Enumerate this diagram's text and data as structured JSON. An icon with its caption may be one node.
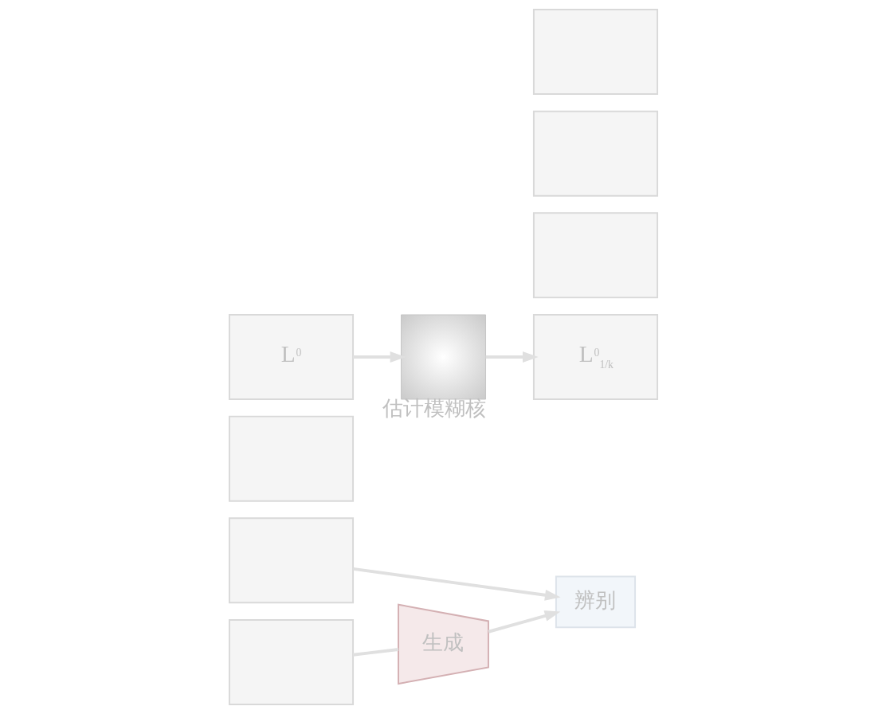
{
  "diagram": {
    "nodes": [
      {
        "text": [],
        "shape": "box"
      },
      {
        "text": [],
        "shape": "box"
      },
      {
        "text": [],
        "shape": "box"
      },
      {
        "text": [
          "L$^{0}$"
        ]
      },
      {
        "text": [
          "生成"
        ]
      },
      {
        "text": [
          "辨别"
        ]
      },
      {
        "text": [],
        "shape": "picture",
        "beside": [
          "估计模糊核"
        ]
      },
      {
        "text": [],
        "shape": "box"
      },
      {
        "text": [],
        "shape": "box"
      },
      {
        "text": [],
        "shape": "box"
      },
      {
        "text": [
          "L$^{0}$$_{1/k}$"
        ]
      }
    ],
    "edges": [
      {
        "from": 0,
        "to": 5,
        "arrow": "to"
      },
      {
        "from": 2,
        "to": 4,
        "arrow": "none"
      },
      {
        "from": 4,
        "to": 5,
        "arrow": "to"
      },
      {
        "from": 3,
        "to": 6,
        "arrow": "to"
      },
      {
        "from": 6,
        "to": 10,
        "arrow": "to"
      }
    ]
  }
}
